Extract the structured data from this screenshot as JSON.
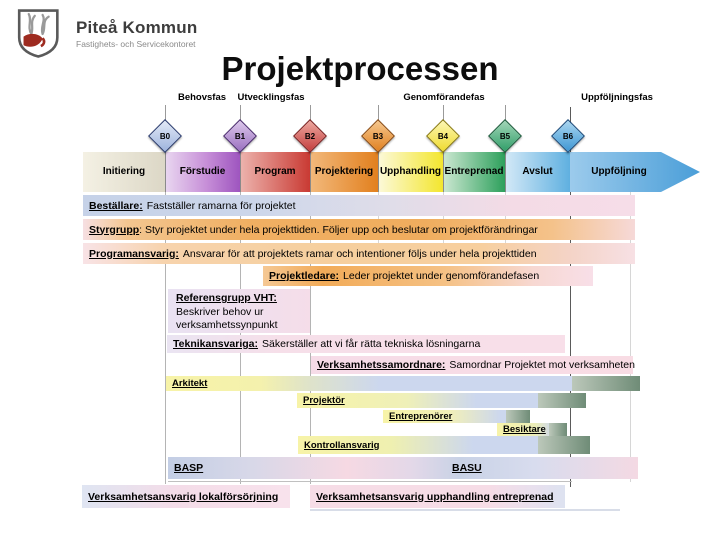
{
  "logo": {
    "org": "Piteå Kommun",
    "dept": "Fastighets- och Servicekontoret"
  },
  "title": "Projektprocessen",
  "phase_headers": [
    {
      "label": "Behovsfas"
    },
    {
      "label": "Utvecklingsfas"
    },
    {
      "label": "Genomförandefas"
    },
    {
      "label": "Uppföljningsfas"
    }
  ],
  "milestones": [
    {
      "label": "B0",
      "color": "#9db3dd"
    },
    {
      "label": "B1",
      "color": "#9a6fc0"
    },
    {
      "label": "B2",
      "color": "#c43d3d"
    },
    {
      "label": "B3",
      "color": "#e08020"
    },
    {
      "label": "B4",
      "color": "#efdb2f"
    },
    {
      "label": "B5",
      "color": "#2f9e68"
    },
    {
      "label": "B6",
      "color": "#3e97d4"
    }
  ],
  "process_segments": [
    {
      "label": "Initiering",
      "color": "#e5e1d2"
    },
    {
      "label": "Förstudie",
      "color": "#9e55bf"
    },
    {
      "label": "Program",
      "color": "#c93a33"
    },
    {
      "label": "Projektering",
      "color": "#e2801e"
    },
    {
      "label": "Upphandling",
      "color": "#f3e62e"
    },
    {
      "label": "Entreprenad",
      "color": "#2da05c"
    },
    {
      "label": "Avslut",
      "color": "#5fb0e0"
    },
    {
      "label": "Uppföljning",
      "color": "#4a9ed8"
    }
  ],
  "roles": {
    "bestallare": {
      "label": "Beställare:",
      "desc": "Fastställer ramarna för projektet"
    },
    "styrgrupp": {
      "label": "Styrgrupp",
      "desc": ": Styr projektet under hela projekttiden. Följer upp och beslutar om projektförändringar"
    },
    "programansvarig": {
      "label": "Programansvarig:",
      "desc": "Ansvarar för att projektets ramar och intentioner följs under hela projekttiden"
    },
    "projektledare": {
      "label": "Projektledare:",
      "desc": "Leder projektet under genomförandefasen"
    },
    "referensgrupp": {
      "label": "Referensgrupp VHT:",
      "desc": "Beskriver behov ur verksamhetssynpunkt"
    },
    "teknikansvariga": {
      "label": "Teknikansvariga:",
      "desc": "Säkerställer att vi får rätta tekniska lösningarna"
    },
    "verksamhetssamordnare": {
      "label": "Verksamhetssamordnare:",
      "desc": "Samordnar Projektet mot verksamheten"
    },
    "arkitekt": {
      "label": "Arkitekt"
    },
    "projektor": {
      "label": "Projektör"
    },
    "entreprenorer": {
      "label": "Entreprenörer"
    },
    "besiktare": {
      "label": "Besiktare"
    },
    "kontrollansvarig": {
      "label": "Kontrollansvarig"
    },
    "basp": {
      "label": "BASP"
    },
    "basu": {
      "label": "BASU"
    },
    "verksamhetsansvarig_lokal": {
      "label": "Verksamhetsansvarig lokalförsörjning"
    },
    "verksamhetsansvarig_upphandling": {
      "label": "Verksamhetsansvarig upphandling entreprenad"
    }
  }
}
